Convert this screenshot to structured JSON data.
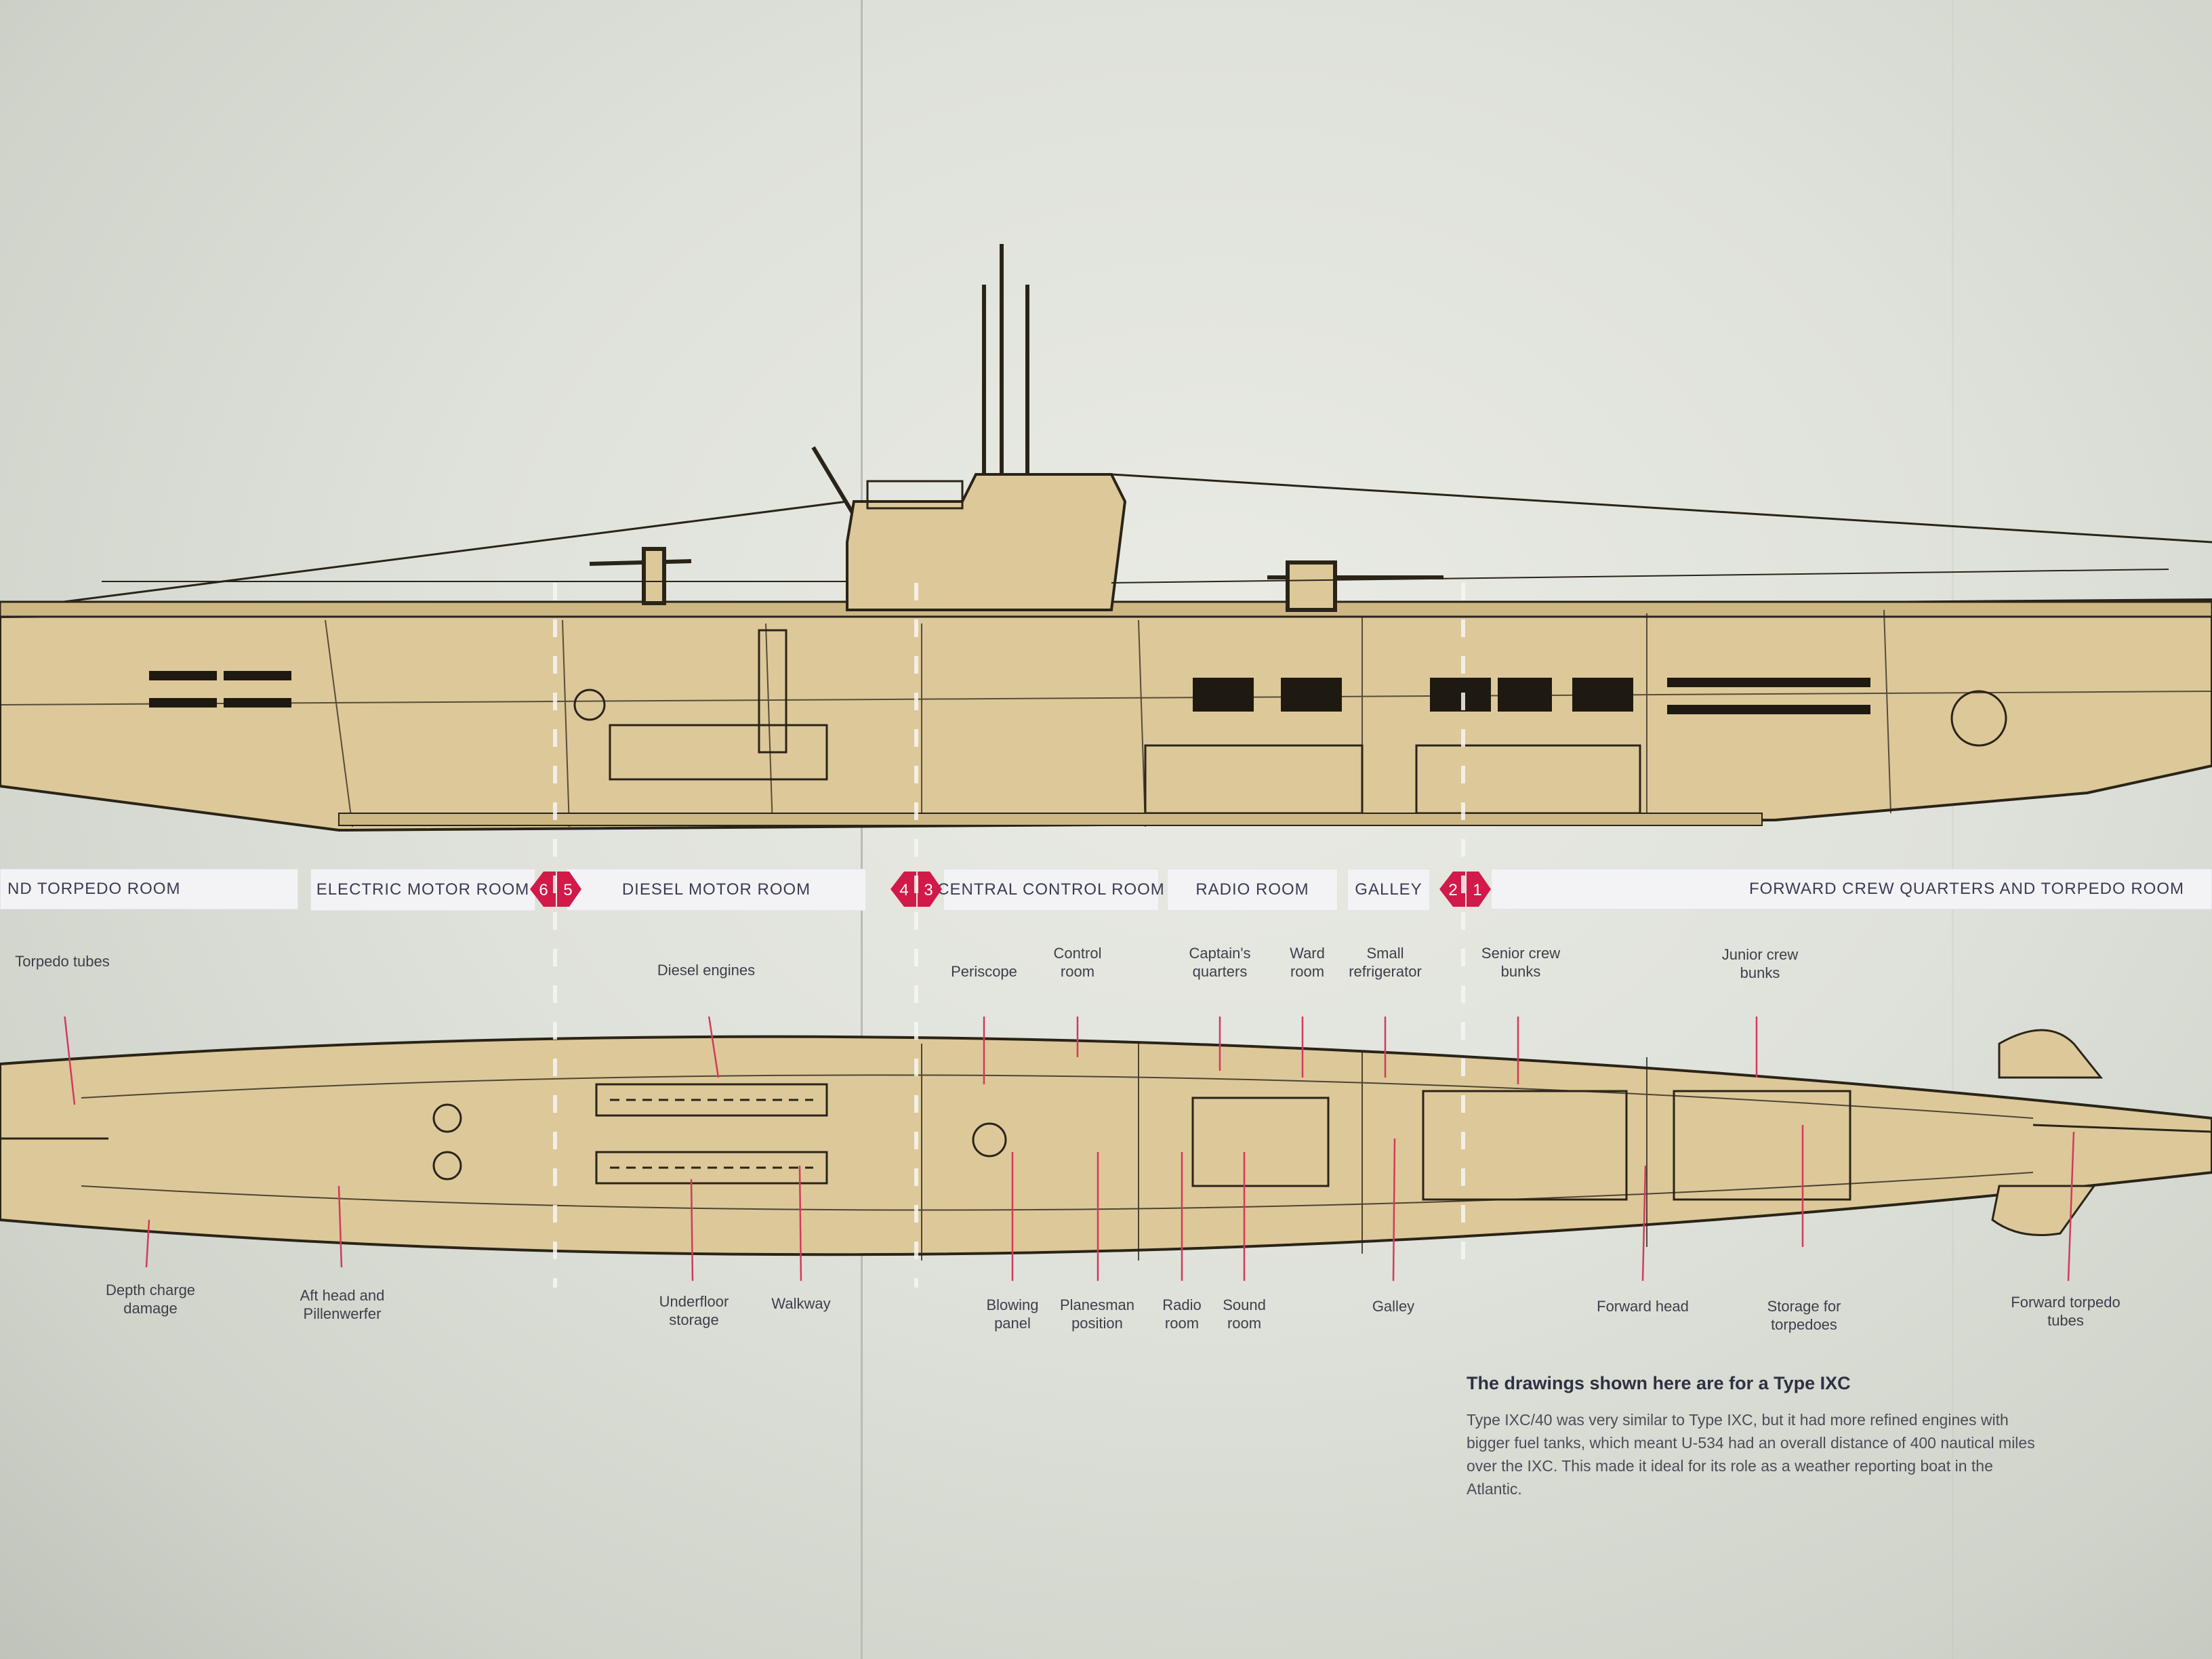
{
  "compartments": [
    {
      "label": "ND TORPEDO ROOM"
    },
    {
      "label": "ELECTRIC MOTOR ROOM"
    },
    {
      "label": "DIESEL MOTOR ROOM"
    },
    {
      "label": "CENTRAL CONTROL ROOM"
    },
    {
      "label": "RADIO ROOM"
    },
    {
      "label": "GALLEY"
    },
    {
      "label": "FORWARD CREW QUARTERS AND TORPEDO ROOM"
    }
  ],
  "markers": [
    {
      "left": "6",
      "right": "5"
    },
    {
      "left": "4",
      "right": "3"
    },
    {
      "left": "2",
      "right": "1"
    }
  ],
  "top_labels": [
    {
      "text": "Torpedo tubes"
    },
    {
      "text": "Diesel engines"
    },
    {
      "text": "Periscope"
    },
    {
      "text": "Control\nroom"
    },
    {
      "text": "Captain's\nquarters"
    },
    {
      "text": "Ward\nroom"
    },
    {
      "text": "Small\nrefrigerator"
    },
    {
      "text": "Senior crew\nbunks"
    },
    {
      "text": "Junior crew\nbunks"
    }
  ],
  "bottom_labels": [
    {
      "text": "Depth charge\ndamage"
    },
    {
      "text": "Aft head and\nPillenwerfer"
    },
    {
      "text": "Underfloor\nstorage"
    },
    {
      "text": "Walkway"
    },
    {
      "text": "Blowing\npanel"
    },
    {
      "text": "Planesman\nposition"
    },
    {
      "text": "Radio\nroom"
    },
    {
      "text": "Sound\nroom"
    },
    {
      "text": "Galley"
    },
    {
      "text": "Forward head"
    },
    {
      "text": "Storage for\ntorpedoes"
    },
    {
      "text": "Forward torpedo\ntubes"
    }
  ],
  "info": {
    "title": "The drawings shown here are for a Type IXC",
    "body": "Type IXC/40 was very similar to Type IXC, but it had more refined engines with bigger fuel tanks, which meant U-534 had an overall distance of 400 nautical miles over the IXC. This made it ideal for its role as a weather reporting boat in the Atlantic."
  },
  "colors": {
    "hull": "#ddc89a",
    "ink": "#2a2418",
    "marker": "#d11a4a",
    "leader": "#d23a5c",
    "band_text": "#3a3d52"
  }
}
